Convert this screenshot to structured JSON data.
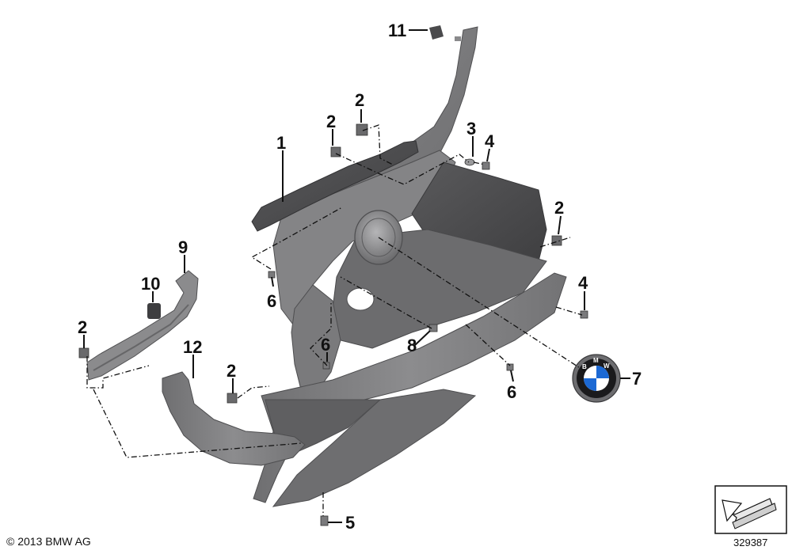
{
  "footer": {
    "copyright": "© 2013 BMW AG",
    "diagram_id": "329387"
  },
  "callouts": {
    "c11": "11",
    "c2a": "2",
    "c2b": "2",
    "c3": "3",
    "c4a": "4",
    "c1": "1",
    "c2c": "2",
    "c9": "9",
    "c10": "10",
    "c6a": "6",
    "c4b": "4",
    "c2d": "2",
    "c6b": "6",
    "c8": "8",
    "c12": "12",
    "c2e": "2",
    "c7": "7",
    "c6c": "6",
    "c5": "5"
  },
  "emblem": {
    "letters": [
      "B",
      "M",
      "W"
    ]
  },
  "colors": {
    "part_grey": "#7b7b7d",
    "part_dark": "#4e4e50",
    "part_light": "#a3a3a5",
    "emblem_blue": "#1c69d4",
    "emblem_ring": "#6d6d70"
  }
}
